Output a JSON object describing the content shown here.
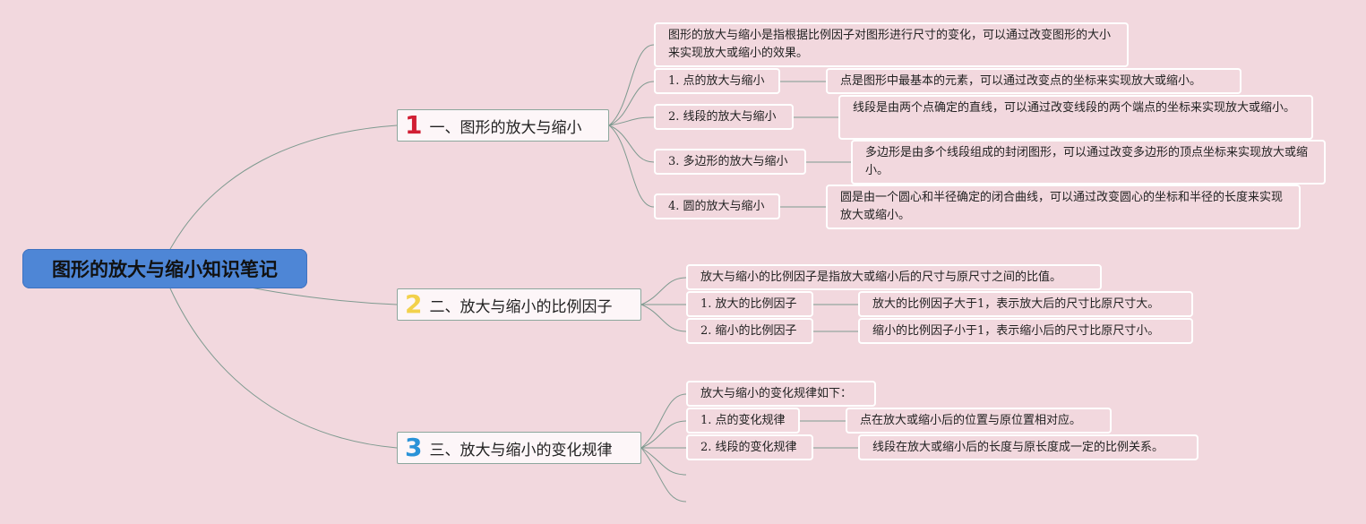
{
  "root": {
    "title": "图形的放大与缩小知识笔记"
  },
  "colors": {
    "background": "#f2d8de",
    "root": "#4e86d6",
    "lines": "#7f9a90",
    "num1": "#d11f34",
    "num2": "#f2d14b",
    "num3": "#2a93d8"
  },
  "topics": [
    {
      "number": "1",
      "title": "一、图形的放大与缩小",
      "intro": "图形的放大与缩小是指根据比例因子对图形进行尺寸的变化，可以通过改变图形的大小来实现放大或缩小的效果。",
      "items": [
        {
          "label": "1. 点的放大与缩小",
          "detail": "点是图形中最基本的元素，可以通过改变点的坐标来实现放大或缩小。"
        },
        {
          "label": "2. 线段的放大与缩小",
          "detail": "线段是由两个点确定的直线，可以通过改变线段的两个端点的坐标来实现放大或缩小。"
        },
        {
          "label": "3. 多边形的放大与缩小",
          "detail": "多边形是由多个线段组成的封闭图形，可以通过改变多边形的顶点坐标来实现放大或缩小。"
        },
        {
          "label": "4. 圆的放大与缩小",
          "detail": "圆是由一个圆心和半径确定的闭合曲线，可以通过改变圆心的坐标和半径的长度来实现放大或缩小。"
        }
      ]
    },
    {
      "number": "2",
      "title": "二、放大与缩小的比例因子",
      "intro": "放大与缩小的比例因子是指放大或缩小后的尺寸与原尺寸之间的比值。",
      "items": [
        {
          "label": "1. 放大的比例因子",
          "detail": "放大的比例因子大于1，表示放大后的尺寸比原尺寸大。"
        },
        {
          "label": "2. 缩小的比例因子",
          "detail": "缩小的比例因子小于1，表示缩小后的尺寸比原尺寸小。"
        }
      ]
    },
    {
      "number": "3",
      "title": "三、放大与缩小的变化规律",
      "intro": "放大与缩小的变化规律如下：",
      "items": [
        {
          "label": "1. 点的变化规律",
          "detail": "点在放大或缩小后的位置与原位置相对应。"
        },
        {
          "label": "2. 线段的变化规律",
          "detail": "线段在放大或缩小后的长度与原长度成一定的比例关系。"
        }
      ]
    }
  ]
}
